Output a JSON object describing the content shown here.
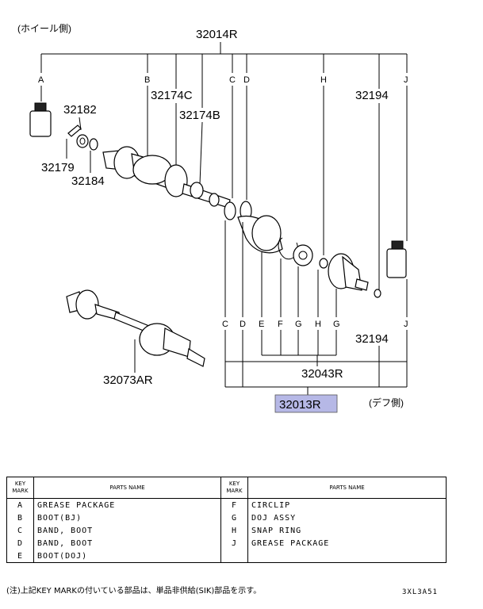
{
  "diagram": {
    "labels": {
      "wheel_side": "(ホイール側)",
      "diff_side": "(デフ側)",
      "p32014r": "32014R",
      "p32174c": "32174C",
      "p32174b": "32174B",
      "p32182": "32182",
      "p32179": "32179",
      "p32184": "32184",
      "p32194_top": "32194",
      "p32194_bottom": "32194",
      "p32073ar": "32073AR",
      "p32043r": "32043R",
      "p32013r": "32013R"
    },
    "top_keys": [
      "A",
      "B",
      "C",
      "D",
      "H",
      "J"
    ],
    "bottom_keys": [
      "C",
      "D",
      "E",
      "F",
      "G",
      "H",
      "G",
      "J"
    ],
    "highlight_color": "#b6b8e6"
  },
  "table": {
    "header": {
      "key_mark": [
        "KEY",
        "MARK"
      ],
      "parts_name": "PARTS NAME"
    },
    "left": [
      {
        "key": "A",
        "name": "GREASE PACKAGE"
      },
      {
        "key": "B",
        "name": "BOOT(BJ)"
      },
      {
        "key": "C",
        "name": "BAND, BOOT"
      },
      {
        "key": "D",
        "name": "BAND, BOOT"
      },
      {
        "key": "E",
        "name": "BOOT(DOJ)"
      }
    ],
    "right": [
      {
        "key": "F",
        "name": "CIRCLIP"
      },
      {
        "key": "G",
        "name": "DOJ ASSY"
      },
      {
        "key": "H",
        "name": "SNAP RING"
      },
      {
        "key": "J",
        "name": "GREASE PACKAGE"
      },
      {
        "key": "",
        "name": ""
      }
    ]
  },
  "footer": {
    "note": "(注)上記KEY MARKの付いている部品は、単品非供給(SIK)部品を示す。",
    "code": "3XL3A51"
  }
}
